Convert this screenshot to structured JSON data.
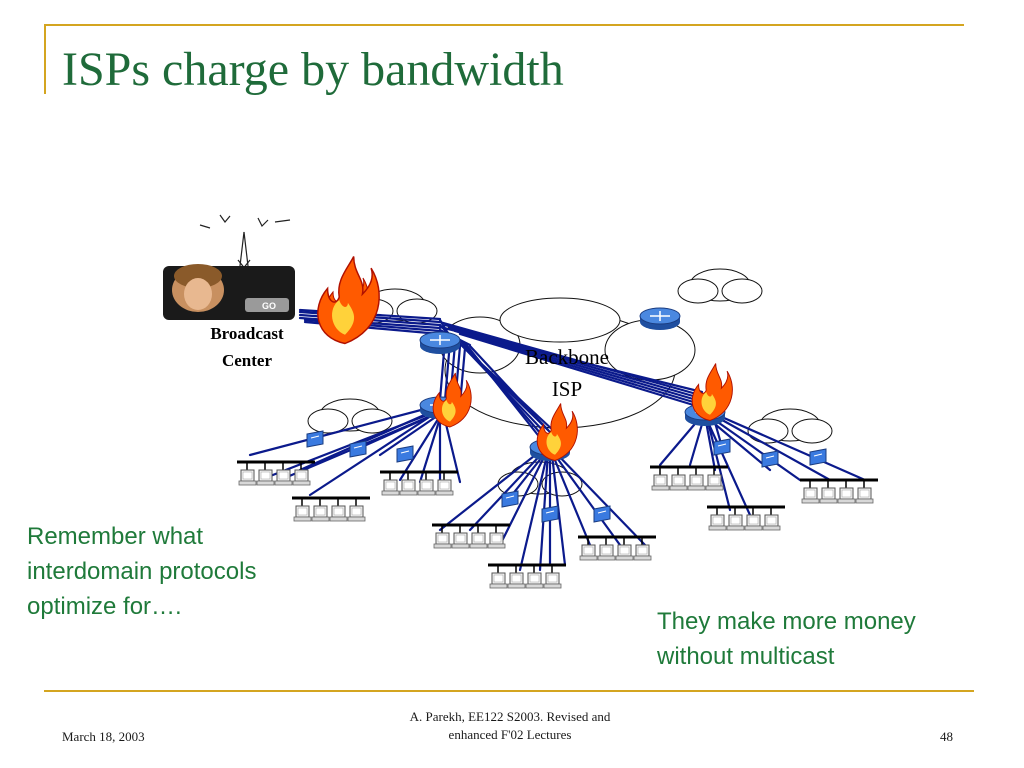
{
  "slide": {
    "title": "ISPs charge by bandwidth"
  },
  "diagram": {
    "broadcast_center_line1": "Broadcast",
    "broadcast_center_line2": "Center",
    "backbone_line1": "Backbone",
    "backbone_line2": "ISP",
    "go_button": "GO"
  },
  "notes": {
    "left": "Remember what interdomain protocols optimize for….",
    "right": "They make more money without multicast"
  },
  "footer": {
    "date": "March 18, 2003",
    "credit_line1": "A. Parekh, EE122 S2003. Revised and",
    "credit_line2": "enhanced  F'02 Lectures",
    "page": "48"
  },
  "colors": {
    "title": "#1f6b3a",
    "accent_rule": "#d4a520",
    "links": "#0b1a8c",
    "router": "#2f6fd6",
    "fire": "#ff4a00"
  },
  "icons": [
    "antenna-icon",
    "tv-screen-icon",
    "cloud-icon",
    "router-icon",
    "switch-icon",
    "computer-icon",
    "fire-icon"
  ]
}
